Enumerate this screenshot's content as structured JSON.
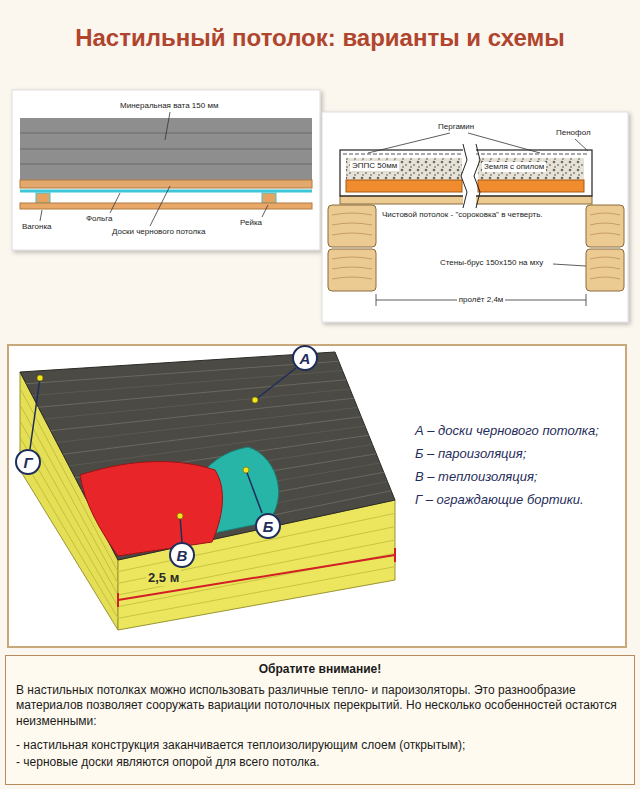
{
  "diagram": {
    "title": "Настильный потолок: варианты и схемы",
    "nodes": [
      {
        "text": [
          "А"
        ]
      },
      {
        "text": [
          "Г"
        ]
      },
      {
        "text": [
          "Б"
        ]
      },
      {
        "text": [
          "В"
        ]
      },
      {
        "text": [
          "Обратите внимание!",
          "В настильных потолках можно использовать различные тепло- и пароизоляторы. Это разнообразие материалов позволяет сооружать вариации потолочных перекрытий. Но несколько особенностей остаются неизменными:",
          "- настильная конструкция заканчивается теплоизолирующим слоем (открытым);",
          "- черновые доски являются опорой для всего потолка."
        ]
      }
    ],
    "labels": [
      "Минеральная вата 150 мм",
      "Фольга",
      "Доски чернового потолка",
      "Вагонка",
      "Рейка",
      "Пергамин",
      "ЭППС 50мм",
      "Пенофол",
      "Земля с опилом",
      "Чистовой потолок - \"сороковка\" в четверть.",
      "Стены-брус 150х150 на мху",
      "пролёт 2,4м",
      "2,5 м",
      "А – доски чернового потолка;",
      "Б – пароизоляция;",
      "В – теплоизоляция;",
      "Г – ограждающие бортики."
    ]
  }
}
